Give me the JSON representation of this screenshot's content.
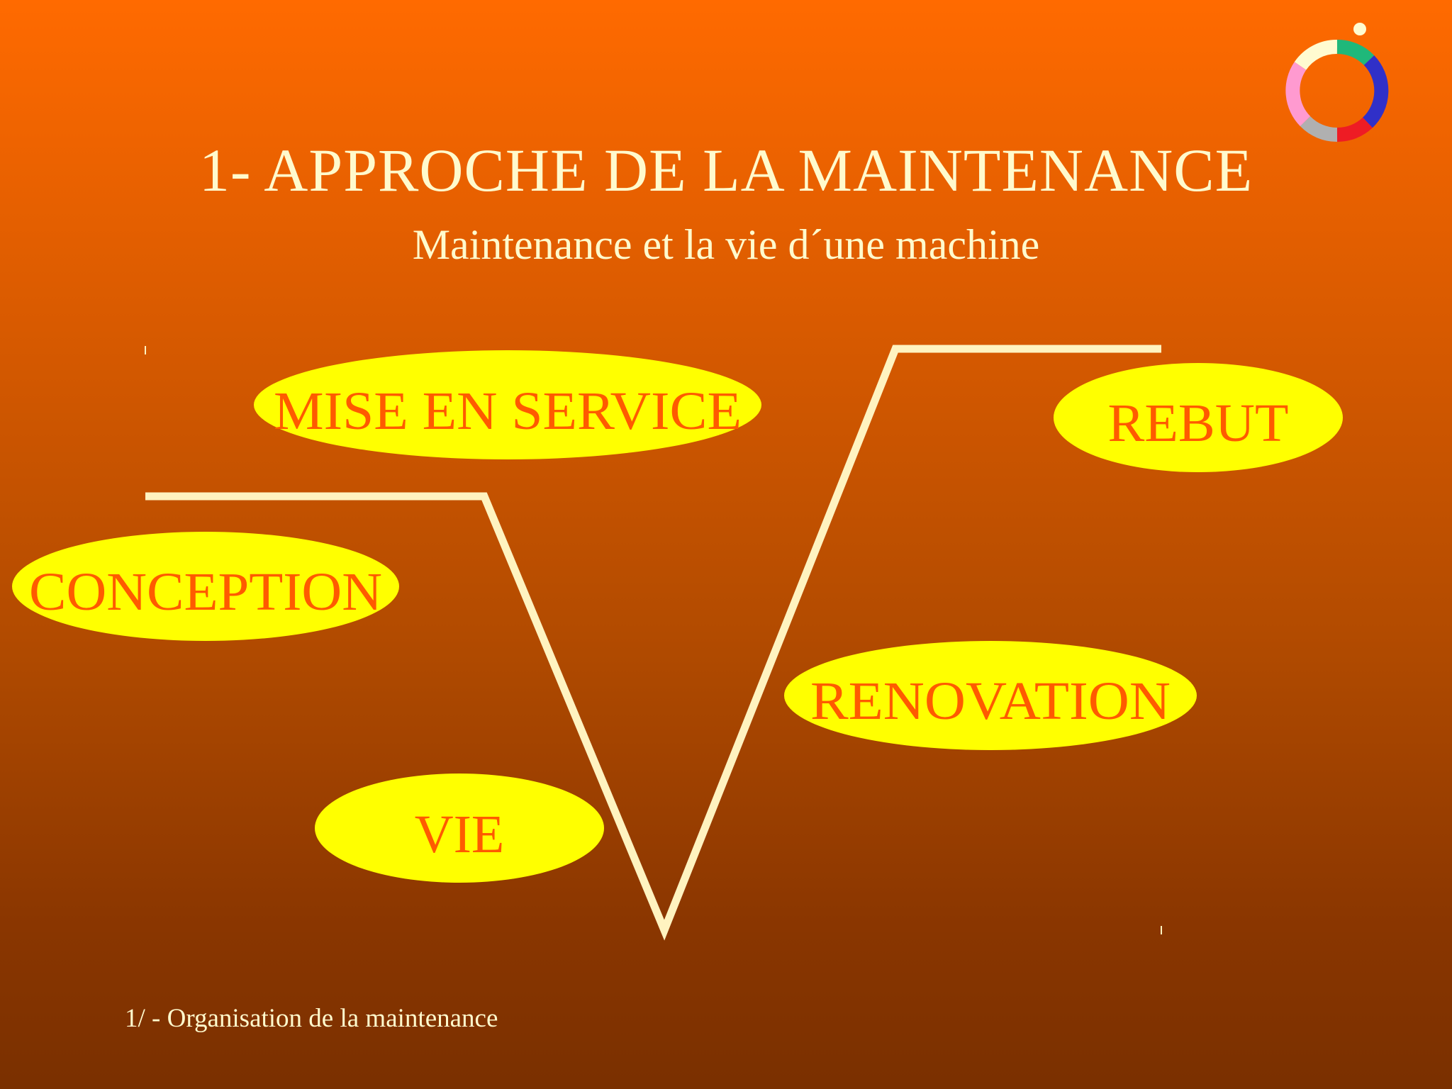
{
  "slide": {
    "title": "1- APPROCHE DE LA MAINTENANCE",
    "subtitle": "Maintenance et la vie d´une machine",
    "footer": "1/ - Organisation de la maintenance"
  },
  "colors": {
    "background_top": "#ff6a00",
    "background_bottom": "#7a3000",
    "text_light": "#fffacd",
    "bubble_fill": "#ffff00",
    "bubble_text": "#ff5a00",
    "life_line": "#fff3c0"
  },
  "stages": {
    "conception": "CONCEPTION",
    "mise_en_service": "MISE EN SERVICE",
    "vie": "VIE",
    "renovation": "RENOVATION",
    "rebut": "REBUT"
  },
  "logo": {
    "icon": "color-ring-logo",
    "segment_colors": [
      "#fffbd0",
      "#1fb87a",
      "#3030c8",
      "#ee1c24",
      "#b0b0b0",
      "#ff9ad0"
    ]
  }
}
